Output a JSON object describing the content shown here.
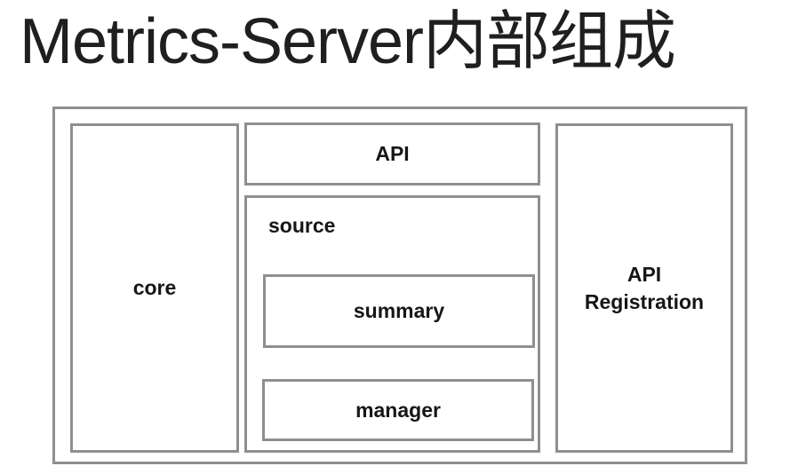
{
  "title": "Metrics-Server内部组成",
  "diagram": {
    "boxes": {
      "core": {
        "label": "core"
      },
      "api": {
        "label": "API"
      },
      "source": {
        "label": "source"
      },
      "summary": {
        "label": "summary"
      },
      "manager": {
        "label": "manager"
      },
      "api_registration": {
        "label": "API Registration",
        "line1": "API",
        "line2": "Registration"
      }
    },
    "colors": {
      "border": "#8f8f8f",
      "label_text": "#161616",
      "title_text": "#1f1f1f",
      "background": "#ffffff"
    }
  }
}
